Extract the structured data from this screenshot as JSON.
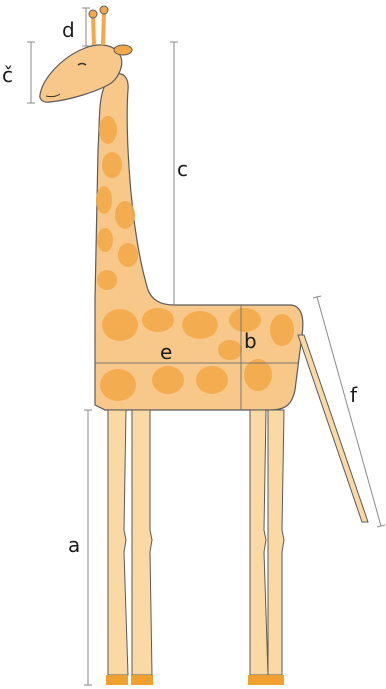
{
  "labels": {
    "a": "a",
    "b": "b",
    "c": "c",
    "d": "d",
    "e": "e",
    "f": "f",
    "c_caron": "č"
  },
  "colors": {
    "body": "#f7c88a",
    "body_light": "#fbd9a5",
    "spots": "#f3a94a",
    "outline": "#5a5a5a",
    "hooves": "#f0a030",
    "measure_line": "#8a8a8a",
    "text": "#1a1a1a"
  }
}
